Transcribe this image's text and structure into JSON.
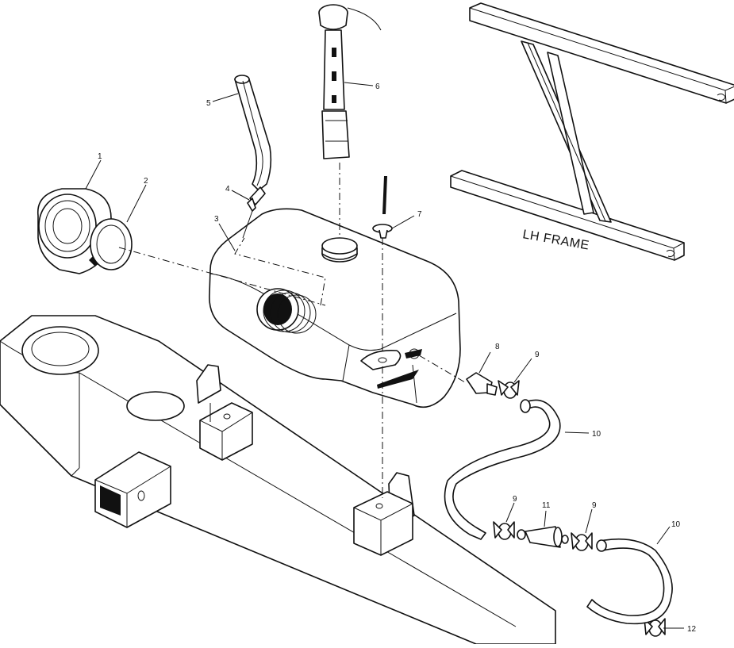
{
  "diagram": {
    "frame_label": "LH FRAME",
    "callouts": [
      {
        "id": "c1",
        "label": "1"
      },
      {
        "id": "c2",
        "label": "2"
      },
      {
        "id": "c3",
        "label": "3"
      },
      {
        "id": "c4",
        "label": "4"
      },
      {
        "id": "c5",
        "label": "5"
      },
      {
        "id": "c6",
        "label": "6"
      },
      {
        "id": "c7",
        "label": "7"
      },
      {
        "id": "c8",
        "label": "8"
      },
      {
        "id": "c9a",
        "label": "9"
      },
      {
        "id": "c10a",
        "label": "10"
      },
      {
        "id": "c9b",
        "label": "9"
      },
      {
        "id": "c11",
        "label": "11"
      },
      {
        "id": "c9c",
        "label": "9"
      },
      {
        "id": "c10b",
        "label": "10"
      },
      {
        "id": "c12",
        "label": "12"
      }
    ]
  }
}
